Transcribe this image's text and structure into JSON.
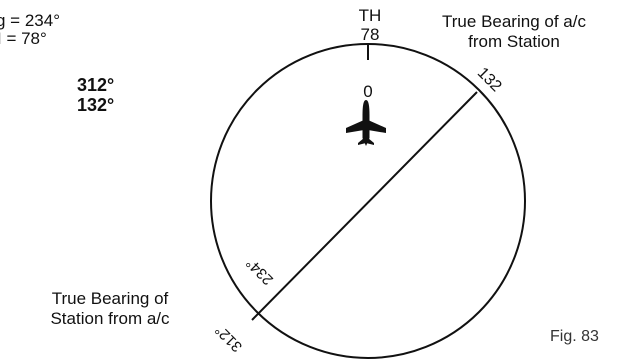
{
  "given": {
    "line1": "g = 234°",
    "line2": "I  = 78°"
  },
  "answers": {
    "line1": "312°",
    "line2": "132°"
  },
  "true_heading": {
    "label": "TH",
    "value": "78"
  },
  "top_right_label": {
    "line1": "True Bearing of a/c",
    "line2": "from Station"
  },
  "bottom_left_label": {
    "line1": "True Bearing of",
    "line2": "Station from a/c"
  },
  "compass": {
    "north_mark": "0",
    "bearing_line_top": "132",
    "bearing_line_bottom_inner": "234°",
    "bearing_line_bottom_outer": "312°"
  },
  "figure_caption": "Fig.  83",
  "icons": {
    "aircraft": "airplane-icon"
  }
}
